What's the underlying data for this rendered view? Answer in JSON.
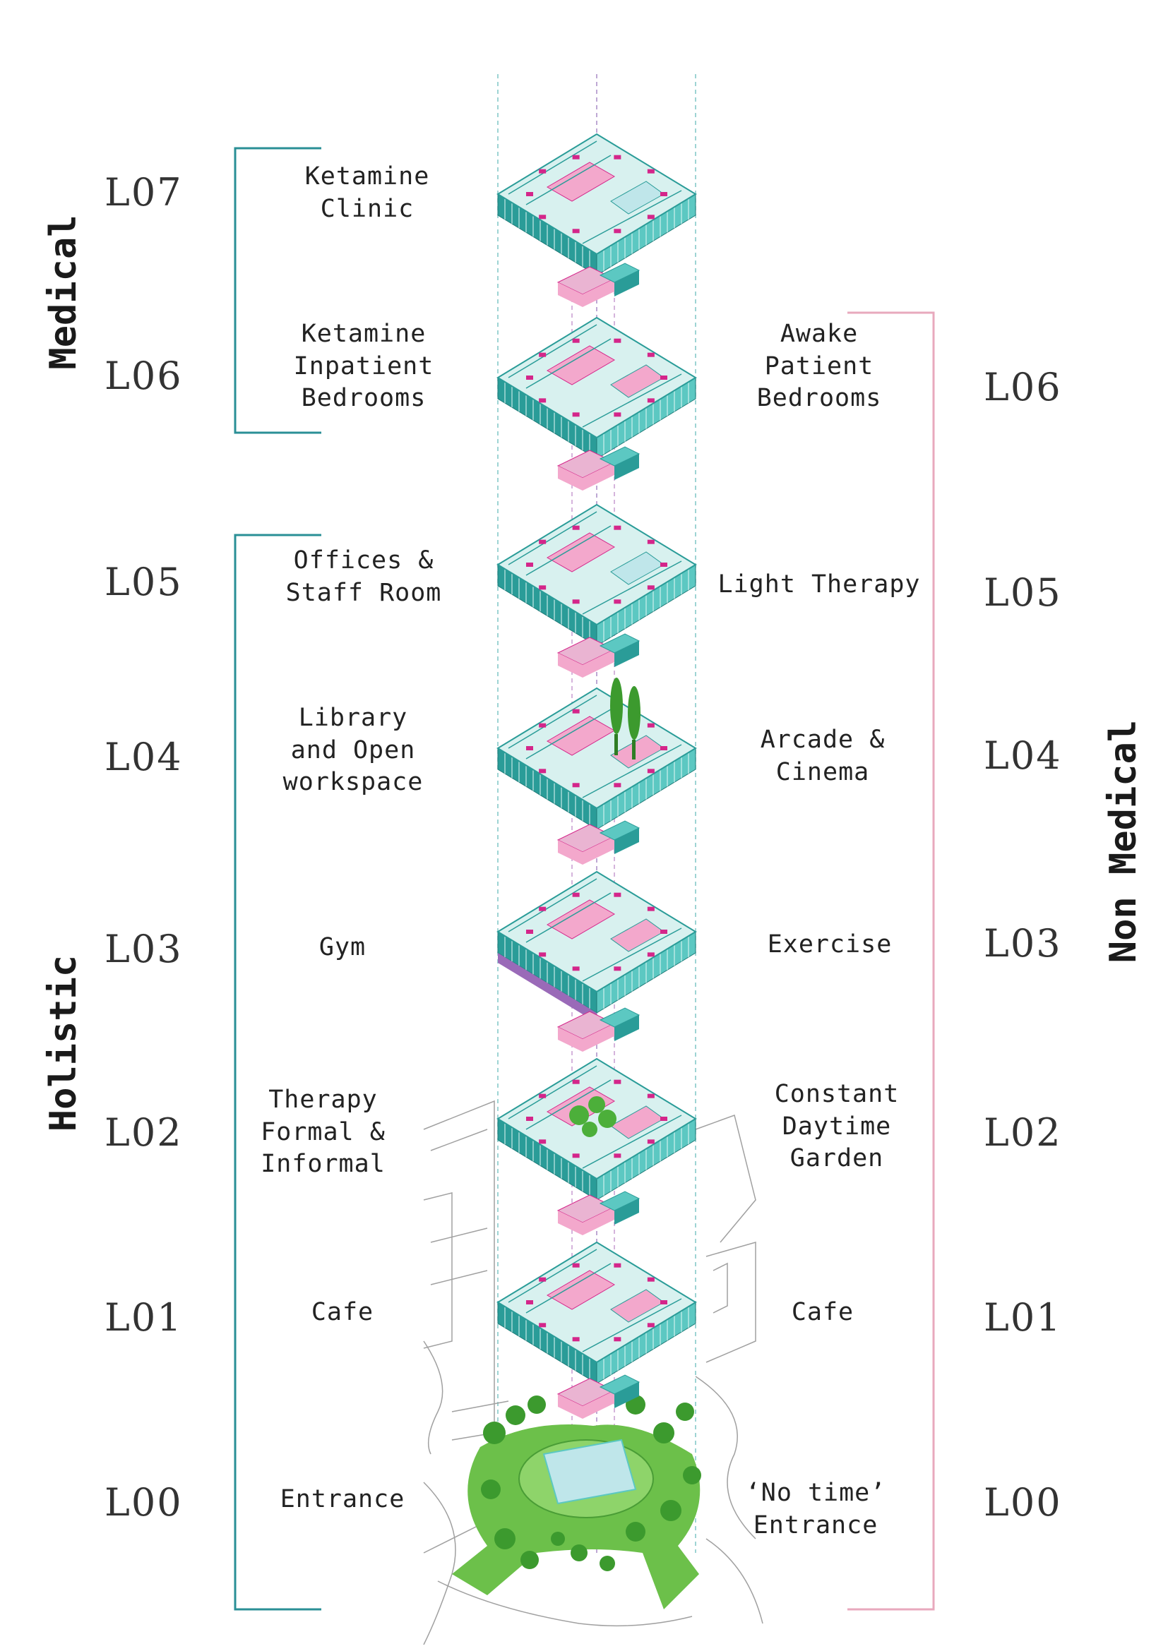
{
  "axis_left": {
    "medical_label": "Medical",
    "holistic_label": "Holistic",
    "levels": [
      "L07",
      "L06",
      "L05",
      "L04",
      "L03",
      "L02",
      "L01",
      "L00"
    ]
  },
  "axis_right": {
    "non_medical_label": "Non Medical",
    "levels": [
      "L06",
      "L05",
      "L04",
      "L03",
      "L02",
      "L01",
      "L00"
    ]
  },
  "left_programs": [
    "Ketamine\nClinic",
    "Ketamine\nInpatient\nBedrooms",
    "Offices &\nStaff Room",
    "Library\nand Open\nworkspace",
    "Gym",
    "Therapy\nFormal &\nInformal",
    "Cafe",
    "Entrance"
  ],
  "right_programs": [
    "Awake\nPatient\nBedrooms",
    "Light Therapy",
    "Arcade &\nCinema",
    "Exercise",
    "Constant\nDaytime\nGarden",
    "Cafe",
    "‘No time’\nEntrance"
  ],
  "colors": {
    "medical_bracket": "#2a8f96",
    "non_medical_bracket": "#e8a9bd",
    "floor_teal": "#5cc8c2",
    "floor_teal_dark": "#2a9c98",
    "room_pink": "#f3a8cc",
    "furniture_magenta": "#d4268a",
    "core_purple": "#9a6ab8",
    "garden_green": "#6cc04a",
    "tree_green": "#3c9a2e",
    "context_gray": "#9a9a9a"
  }
}
